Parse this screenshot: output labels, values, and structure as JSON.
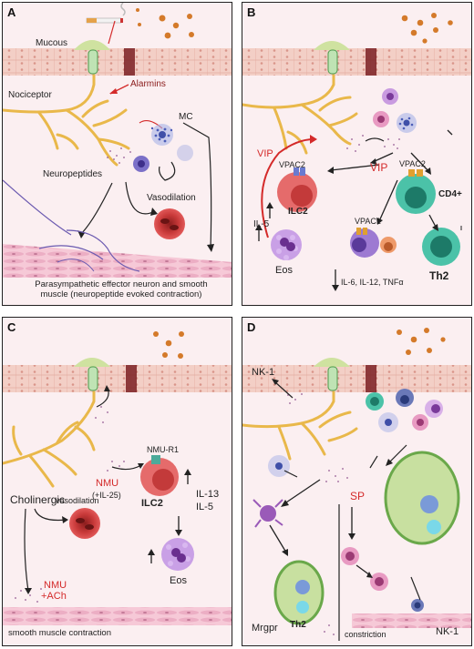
{
  "panels": {
    "a": {
      "label": "A",
      "mucous": "Mucous",
      "nociceptor": "Nociceptor",
      "alarmins": "Alarmins",
      "mc": "MC",
      "neuropeptides": "Neuropeptides",
      "vasodilation": "Vasodilation",
      "caption": "Parasympathetic effector neuron and smooth muscle (neuropeptide evoked contraction)"
    },
    "b": {
      "label": "B",
      "vip_left": "VIP",
      "vpac2_left": "VPAC2",
      "vip_center": "VIP",
      "vpac2_right": "VPAC2",
      "cd4": "CD4+",
      "ilc2": "ILC2",
      "il5": "IL-5",
      "vpac1": "VPAC1",
      "eos": "Eos",
      "th2": "Th2",
      "cytokines": "IL-6, IL-12, TNFα"
    },
    "c": {
      "label": "C",
      "nmu_r1": "NMU-R1",
      "cholinergic": "Cholinergic",
      "nmu": "NMU",
      "il25": "(+IL-25)",
      "ilc2": "ILC2",
      "il13": "IL-13",
      "il5": "IL-5",
      "vasodilation": "vasodilation",
      "nmu_ach_1": "NMU",
      "nmu_ach_2": "+ACh",
      "eos": "Eos",
      "caption": "smooth muscle contraction"
    },
    "d": {
      "label": "D",
      "nk1_top": "NK-1",
      "sp": "SP",
      "th2": "Th2",
      "mrgpr": "Mrgpr",
      "constriction": "constriction",
      "nk1_bottom": "NK-1"
    }
  },
  "colors": {
    "panel_bg": "#fbeff1",
    "epithelium": "#f3cfc6",
    "nerve": "#e9b84a",
    "label_red": "#d42a2a",
    "ilc2": "#e0605f",
    "th_cell": "#38b8a0",
    "eosinophil": "#b27ad0",
    "mast_cell": "#7b8fd6",
    "smooth_muscle": "#efb2c8",
    "allergen": "#d47a2a"
  },
  "icons": [
    "cigarette-icon",
    "allergen-particle-icon",
    "neuron-icon",
    "mast-cell-icon",
    "ilc2-cell-icon",
    "eosinophil-icon",
    "th2-cell-icon",
    "red-blood-cell-icon",
    "smooth-muscle-icon",
    "receptor-icon",
    "macrophage-icon",
    "dendritic-cell-icon"
  ]
}
